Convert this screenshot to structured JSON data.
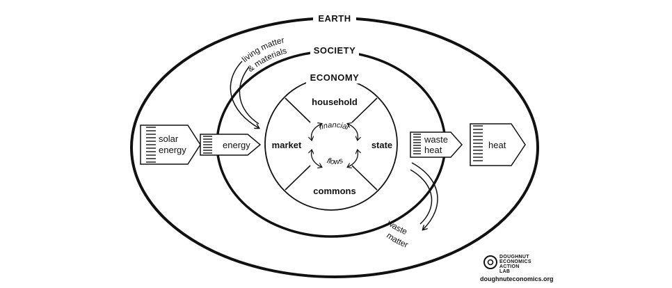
{
  "rings": {
    "earth": "EARTH",
    "society": "SOCIETY",
    "economy": "ECONOMY"
  },
  "sectors": {
    "top": "household",
    "left": "market",
    "right": "state",
    "bottom": "commons"
  },
  "financial_flows": {
    "upper": "financial",
    "lower": "flows"
  },
  "inputs": {
    "solar": [
      "solar",
      "energy"
    ],
    "energy": "energy",
    "living_matter": [
      "living matter",
      "& materials"
    ]
  },
  "outputs": {
    "waste_heat": [
      "waste",
      "heat"
    ],
    "heat": "heat",
    "waste_matter": [
      "waste",
      "matter"
    ]
  },
  "branding": {
    "lab_lines": [
      "DOUGHNUT",
      "ECONOMICS",
      "ACTION",
      "LAB"
    ],
    "url": "doughnuteconomics.org"
  },
  "icons": {
    "logo": "doughnut-logo-icon",
    "arrows": "arrow-icon"
  }
}
